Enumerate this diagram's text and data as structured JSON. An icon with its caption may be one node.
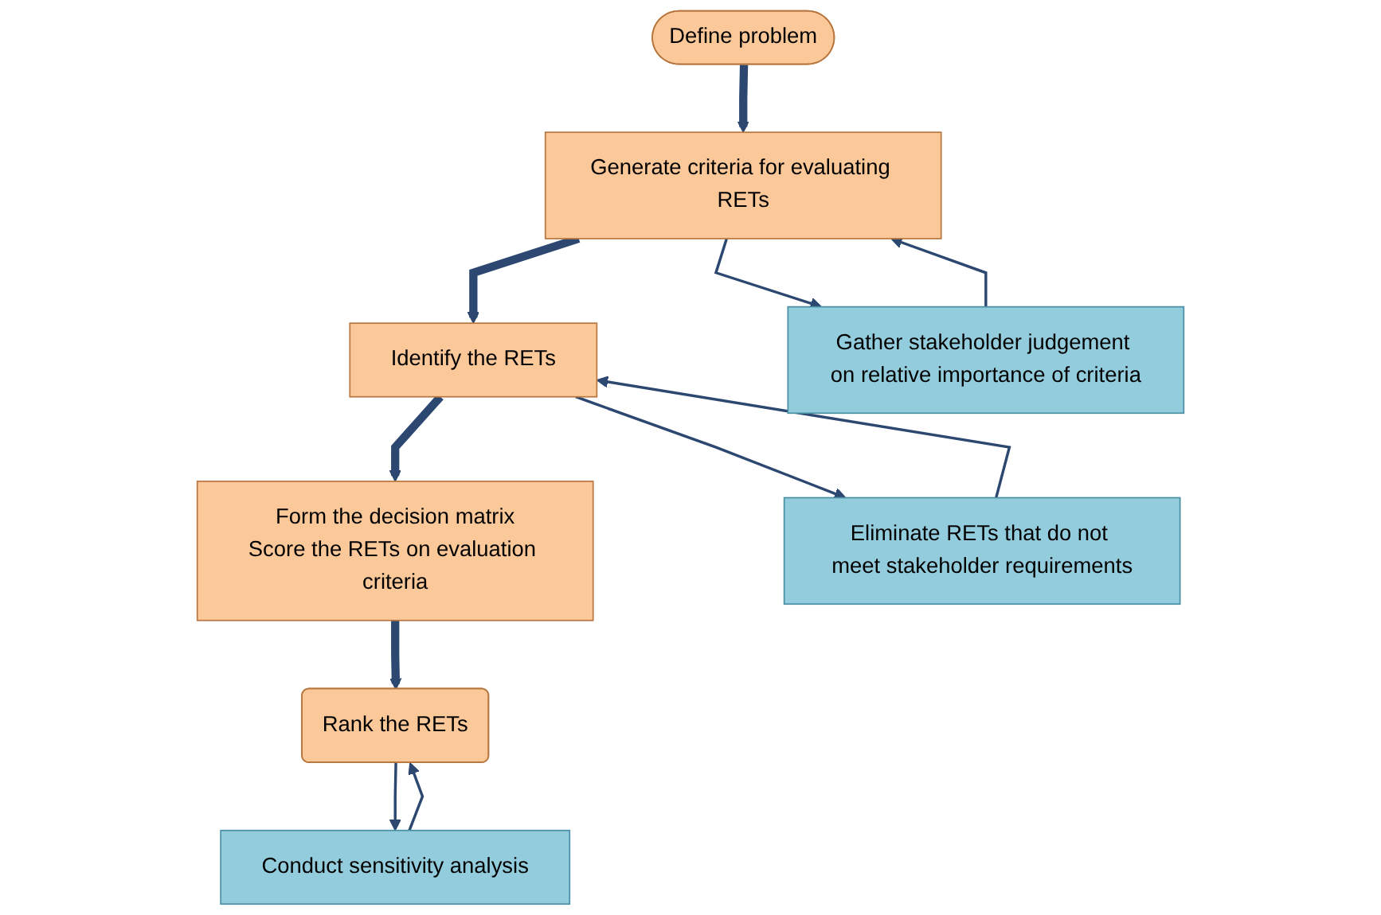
{
  "diagram": {
    "nodes": [
      {
        "text": [
          "Define problem"
        ]
      },
      {
        "text": [
          "Generate criteria for evaluating RETs"
        ]
      },
      {
        "text": [
          "Gather stakeholder judgement on relative importance of criteria"
        ]
      },
      {
        "text": [
          "Identify the RETs"
        ]
      },
      {
        "text": [
          "Eliminate RETs that do not meet stakeholder requirements"
        ]
      },
      {
        "text": [
          "Form the decision matrix",
          "Score the RETs on evaluation criteria"
        ]
      },
      {
        "text": [
          "Rank the RETs"
        ]
      },
      {
        "text": [
          "Conduct sensitivity analysis"
        ]
      }
    ],
    "edges": [
      {
        "from": 0,
        "to": 1,
        "arrow": "to",
        "style": "thick"
      },
      {
        "from": 1,
        "to": 2,
        "arrow": "to"
      },
      {
        "from": 2,
        "to": 1,
        "arrow": "to"
      },
      {
        "from": 1,
        "to": 3,
        "arrow": "to",
        "style": "thick"
      },
      {
        "from": 3,
        "to": 4,
        "arrow": "to"
      },
      {
        "from": 4,
        "to": 3,
        "arrow": "to"
      },
      {
        "from": 3,
        "to": 5,
        "arrow": "to",
        "style": "thick"
      },
      {
        "from": 5,
        "to": 6,
        "arrow": "to",
        "style": "thick"
      },
      {
        "from": 6,
        "to": 7,
        "arrow": "to"
      },
      {
        "from": 7,
        "to": 6,
        "arrow": "to"
      }
    ]
  }
}
